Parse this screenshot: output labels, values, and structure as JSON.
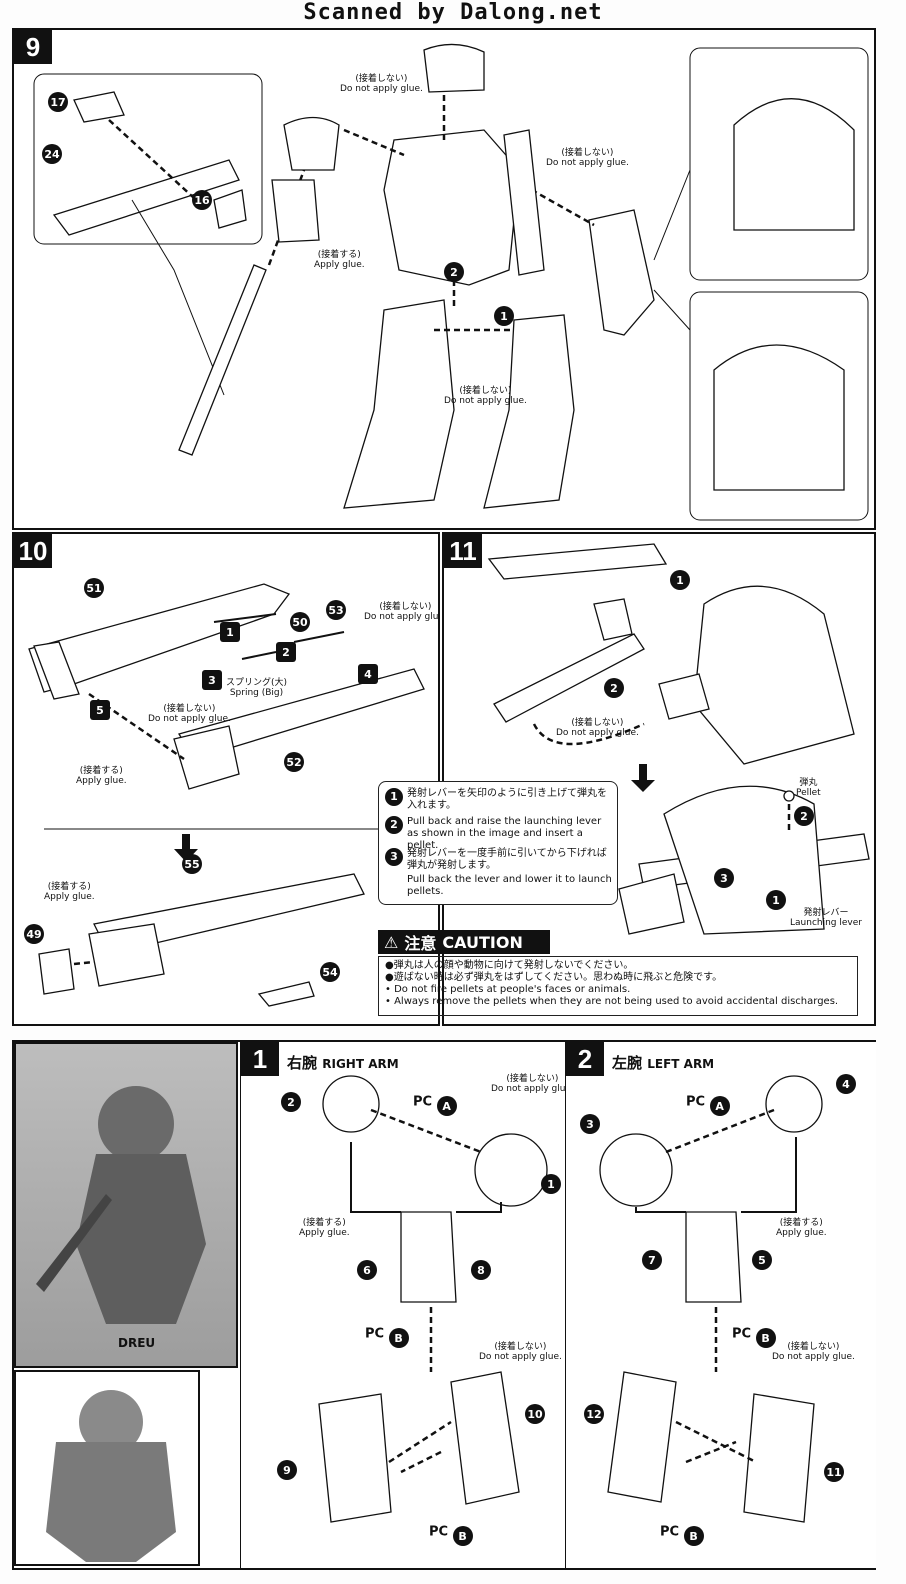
{
  "header": {
    "watermark": "Scanned by Dalong.net"
  },
  "step9": {
    "number": "9",
    "notes": [
      {
        "jp": "(接着しない)",
        "en": "Do not apply glue."
      },
      {
        "jp": "(接着しない)",
        "en": "Do not apply glue."
      },
      {
        "jp": "(接着する)",
        "en": "Apply glue."
      },
      {
        "jp": "(接着しない)",
        "en": "Do not apply glue."
      }
    ],
    "parts": [
      "17",
      "24",
      "16"
    ],
    "callouts": [
      "1",
      "2"
    ]
  },
  "step10": {
    "number": "10",
    "parts": [
      "51",
      "50",
      "53",
      "52",
      "55",
      "49",
      "54"
    ],
    "callouts": [
      "1",
      "2",
      "3",
      "4",
      "5"
    ],
    "spring_jp": "スプリング(大)",
    "spring_en": "Spring (Big)",
    "notes": [
      {
        "jp": "(接着しない)",
        "en": "Do not apply glue."
      },
      {
        "jp": "(接着しない)",
        "en": "Do not apply glue."
      },
      {
        "jp": "(接着する)",
        "en": "Apply glue."
      },
      {
        "jp": "(接着する)",
        "en": "Apply glue."
      }
    ]
  },
  "step11": {
    "number": "11",
    "callouts": [
      "1",
      "2",
      "1",
      "2",
      "3"
    ],
    "note": {
      "jp": "(接着しない)",
      "en": "Do not apply glue."
    },
    "pellet_jp": "弾丸",
    "pellet_en": "Pellet",
    "lever_jp": "発射レバー",
    "lever_en": "Launching lever",
    "instructions": [
      {
        "num": "1",
        "jp": "発射レバーを矢印のように引き上げて弾丸を入れます。"
      },
      {
        "num": "2",
        "en": "Pull back and raise the launching lever as shown in the image and insert a pellet."
      },
      {
        "num": "3",
        "jp": "発射レバーを一度手前に引いてから下げれば弾丸が発射します。",
        "en": "Pull back the lever and lower it to launch pellets."
      }
    ]
  },
  "caution": {
    "title_jp": "注意",
    "title_en": "CAUTION",
    "lines_jp": [
      "●弾丸は人の顔や動物に向けて発射しないでください。",
      "●遊ばない時は必ず弾丸をはずしてください。思わぬ時に飛ぶと危険です。"
    ],
    "lines_en": [
      "• Do not fire pellets at people's faces or animals.",
      "• Always remove the pellets when they are not being used to avoid accidental discharges."
    ]
  },
  "photo": {
    "caption": "DREU"
  },
  "step1": {
    "number": "1",
    "title_jp": "右腕",
    "title_en": "RIGHT ARM",
    "parts": [
      "2",
      "1",
      "6",
      "8",
      "10",
      "9"
    ],
    "pc_labels": [
      "PC",
      "PC",
      "PC"
    ],
    "pc_letters": [
      "A",
      "B",
      "B"
    ],
    "notes": [
      {
        "jp": "(接着しない)",
        "en": "Do not apply glue."
      },
      {
        "jp": "(接着する)",
        "en": "Apply glue."
      },
      {
        "jp": "(接着しない)",
        "en": "Do not apply glue."
      }
    ]
  },
  "step2": {
    "number": "2",
    "title_jp": "左腕",
    "title_en": "LEFT ARM",
    "parts": [
      "3",
      "4",
      "7",
      "5",
      "12",
      "11"
    ],
    "pc_labels": [
      "PC",
      "PC",
      "PC"
    ],
    "pc_letters": [
      "A",
      "B",
      "B"
    ],
    "notes": [
      {
        "jp": "(接着する)",
        "en": "Apply glue."
      },
      {
        "jp": "(接着しない)",
        "en": "Do not apply glue."
      }
    ]
  },
  "colors": {
    "ink": "#111111",
    "paper": "#ffffff",
    "photo": "#a8a8a8"
  }
}
